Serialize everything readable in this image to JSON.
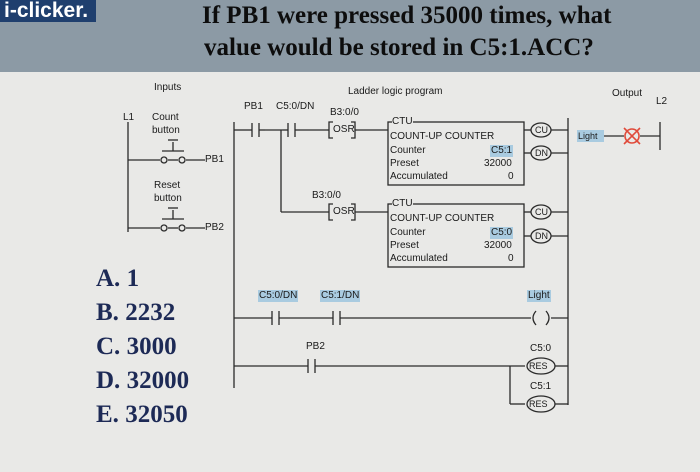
{
  "header": {
    "logo": "i-clicker.",
    "question_line1": "If PB1 were pressed 35000 times, what",
    "question_line2": "value would be stored in C5:1.ACC?"
  },
  "diagram": {
    "inputs_title": "Inputs",
    "program_title": "Ladder logic program",
    "output_title": "Output",
    "l1": "L1",
    "l2": "L2",
    "count_button_1": "Count",
    "count_button_2": "button",
    "pb1": "PB1",
    "reset_button_1": "Reset",
    "reset_button_2": "button",
    "pb2": "PB2",
    "light": "Light",
    "rung1": {
      "contact_pb1": "PB1",
      "contact_c5_0_dn": "C5:0/DN",
      "osr_addr": "B3:0/0",
      "osr": "OSR",
      "ctu": "CTU",
      "title": "COUNT-UP COUNTER",
      "counter_label": "Counter",
      "counter_value": "C5:1",
      "preset_label": "Preset",
      "preset_value": "32000",
      "acc_label": "Accumulated",
      "acc_value": "0",
      "cu": "CU",
      "dn": "DN"
    },
    "rung2": {
      "osr_addr": "B3:0/0",
      "osr": "OSR",
      "ctu": "CTU",
      "title": "COUNT-UP COUNTER",
      "counter_label": "Counter",
      "counter_value": "C5:0",
      "preset_label": "Preset",
      "preset_value": "32000",
      "acc_label": "Accumulated",
      "acc_value": "0",
      "cu": "CU",
      "dn": "DN"
    },
    "rung3": {
      "contact_c5_0_dn": "C5:0/DN",
      "contact_c5_1_dn": "C5:1/DN",
      "coil_label": "Light"
    },
    "rung4": {
      "contact_pb2": "PB2",
      "res1_addr": "C5:0",
      "res": "RES",
      "res2_addr": "C5:1"
    }
  },
  "answers": [
    {
      "letter": "A.",
      "text": "1"
    },
    {
      "letter": "B.",
      "text": "2232"
    },
    {
      "letter": "C.",
      "text": "3000"
    },
    {
      "letter": "D.",
      "text": "32000"
    },
    {
      "letter": "E.",
      "text": "32050"
    }
  ],
  "colors": {
    "header_bg": "#8c9aa5",
    "logo_bg": "#1f3f6e",
    "slide_bg": "#e9e9e7",
    "answer_text": "#1d2a56",
    "address_highlight": "#a9cbe0",
    "light_icon": "#e04a3a"
  }
}
